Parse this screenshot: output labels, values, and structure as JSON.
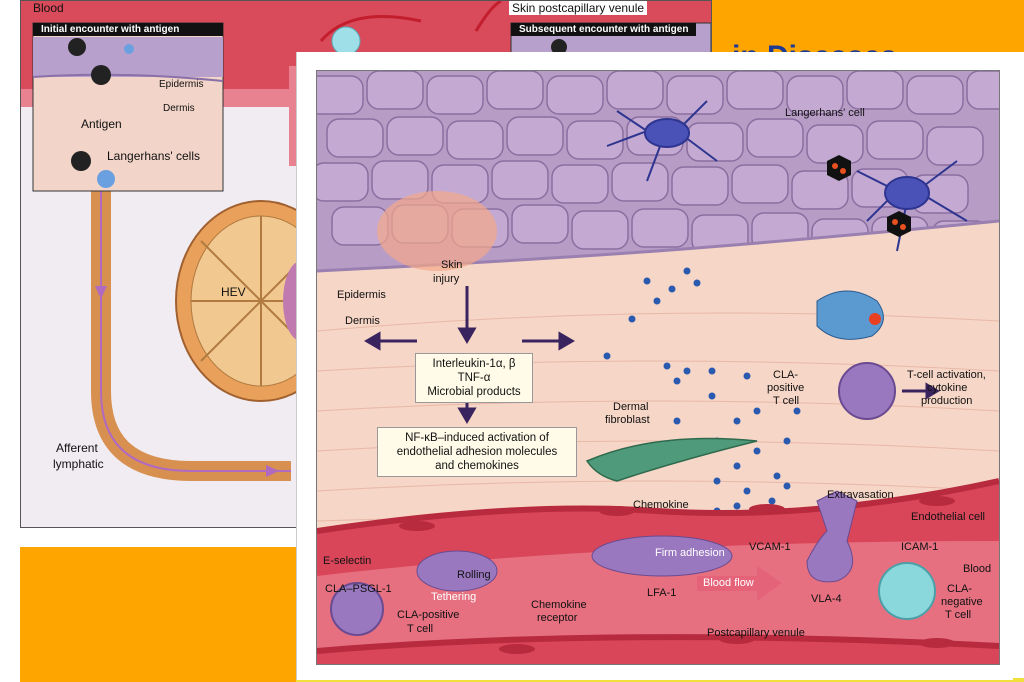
{
  "slide": {
    "title_fragment": "in Diseases",
    "colors": {
      "orange": "#FFA500",
      "title_blue": "#1f3a93",
      "border_yellow": "#f2e03a"
    }
  },
  "back_figure": {
    "labels": {
      "blood": "Blood",
      "skin_venule": "Skin postcapillary venule",
      "initial_encounter": "Initial encounter with antigen",
      "subsequent_encounter": "Subsequent encounter with antigen",
      "epidermis": "Epidermis",
      "dermis": "Dermis",
      "antigen": "Antigen",
      "langerhans_cells": "Langerhans' cells",
      "hev": "HEV",
      "afferent": "Afferent",
      "lymphatic": "lymphatic"
    }
  },
  "front_figure": {
    "labels": {
      "langerhans_cell": "Langerhans' cell",
      "skin": "Skin",
      "injury": "injury",
      "epidermis": "Epidermis",
      "dermis": "Dermis",
      "il_box_line1": "Interleukin-1α, β",
      "il_box_line2": "TNF-α",
      "il_box_line3": "Microbial products",
      "nfkb_line1": "NF-κB–induced activation of",
      "nfkb_line2": "endothelial adhesion molecules",
      "nfkb_line3": "and chemokines",
      "cla_line1": "CLA-",
      "cla_line2": "positive",
      "cla_line3": "T cell",
      "tcell_act_line1": "T-cell activation,",
      "tcell_act_line2": "cytokine",
      "tcell_act_line3": "production",
      "dermal_line1": "Dermal",
      "dermal_line2": "fibroblast",
      "chemokine": "Chemokine",
      "extravasation": "Extravasation",
      "endothelial_cell": "Endothelial cell",
      "e_selectin": "E-selectin",
      "firm_adhesion": "Firm adhesion",
      "vcam1": "VCAM-1",
      "icam1": "ICAM-1",
      "blood": "Blood",
      "rolling": "Rolling",
      "cla_psgl1": "CLA–PSGL-1",
      "tethering": "Tethering",
      "chemokine_receptor_line1": "Chemokine",
      "chemokine_receptor_line2": "receptor",
      "lfa1": "LFA-1",
      "blood_flow": "Blood flow",
      "vla4": "VLA-4",
      "cla_neg_line1": "CLA-",
      "cla_neg_line2": "negative",
      "cla_neg_line3": "T cell",
      "cla_pos_tcell_line1": "CLA-positive",
      "cla_pos_tcell_line2": "T cell",
      "postcapillary": "Postcapillary venule"
    }
  }
}
